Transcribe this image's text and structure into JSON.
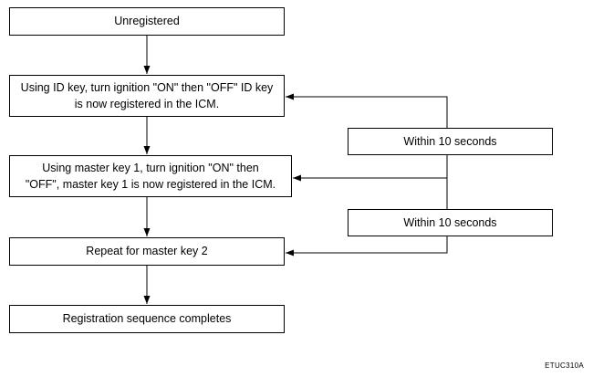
{
  "flow": {
    "step_unregistered": "Unregistered",
    "step_id_key": {
      "line1": "Using ID key, turn ignition \"ON\" then \"OFF\" ID key",
      "line2": "is now registered in the ICM."
    },
    "step_master_key_1": {
      "line1": "Using master key 1, turn ignition \"ON\" then",
      "line2": "\"OFF\", master key 1 is now registered in the ICM."
    },
    "step_master_key_2": "Repeat for master key 2",
    "step_complete": "Registration sequence completes"
  },
  "time_limits": {
    "first": "Within 10 seconds",
    "second": "Within 10 seconds"
  },
  "figure_code": "ETUC310A"
}
